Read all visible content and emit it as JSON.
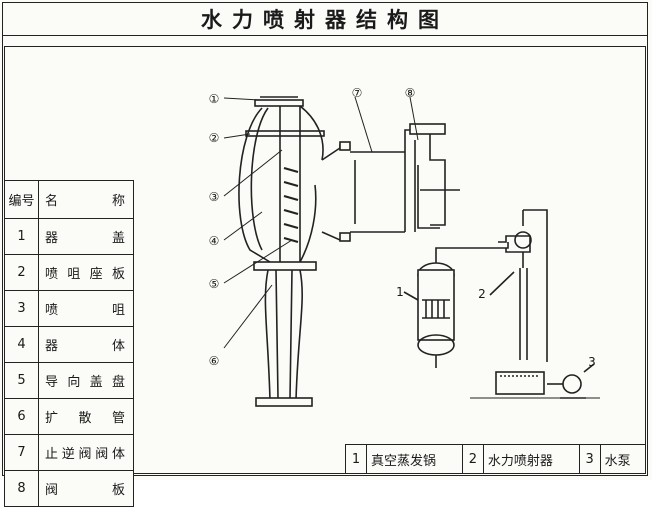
{
  "title": "水力喷射器结构图",
  "parts_table": {
    "header": {
      "number": "编号",
      "name": "名称"
    },
    "rows": [
      {
        "number": "1",
        "name": "器盖"
      },
      {
        "number": "2",
        "name": "喷咀座板"
      },
      {
        "number": "3",
        "name": "喷咀"
      },
      {
        "number": "4",
        "name": "器体"
      },
      {
        "number": "5",
        "name": "导向盖盘"
      },
      {
        "number": "6",
        "name": "扩散管"
      },
      {
        "number": "7",
        "name": "止逆阀阀体"
      },
      {
        "number": "8",
        "name": "阀板"
      }
    ]
  },
  "callouts": [
    "①",
    "②",
    "③",
    "④",
    "⑤",
    "⑥",
    "⑦",
    "⑧"
  ],
  "system_labels": [
    "1",
    "2",
    "3"
  ],
  "legend": [
    {
      "number": "1",
      "label": "真空蒸发锅"
    },
    {
      "number": "2",
      "label": "水力喷射器"
    },
    {
      "number": "3",
      "label": "水泵"
    }
  ]
}
